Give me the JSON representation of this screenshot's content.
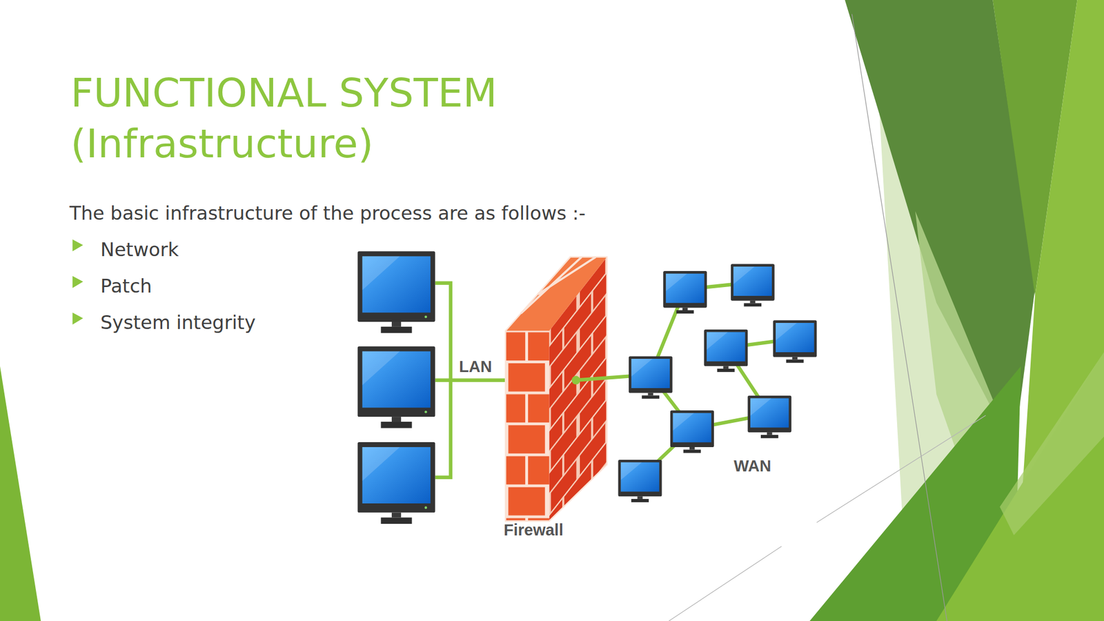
{
  "diagram": {
    "title": "FUNCTIONAL SYSTEM (Infrastructure)",
    "labels": [
      "The basic infrastructure of the process are as follows :-",
      "Network",
      "Patch",
      "System integrity",
      "LAN",
      "Firewall",
      "WAN"
    ]
  }
}
